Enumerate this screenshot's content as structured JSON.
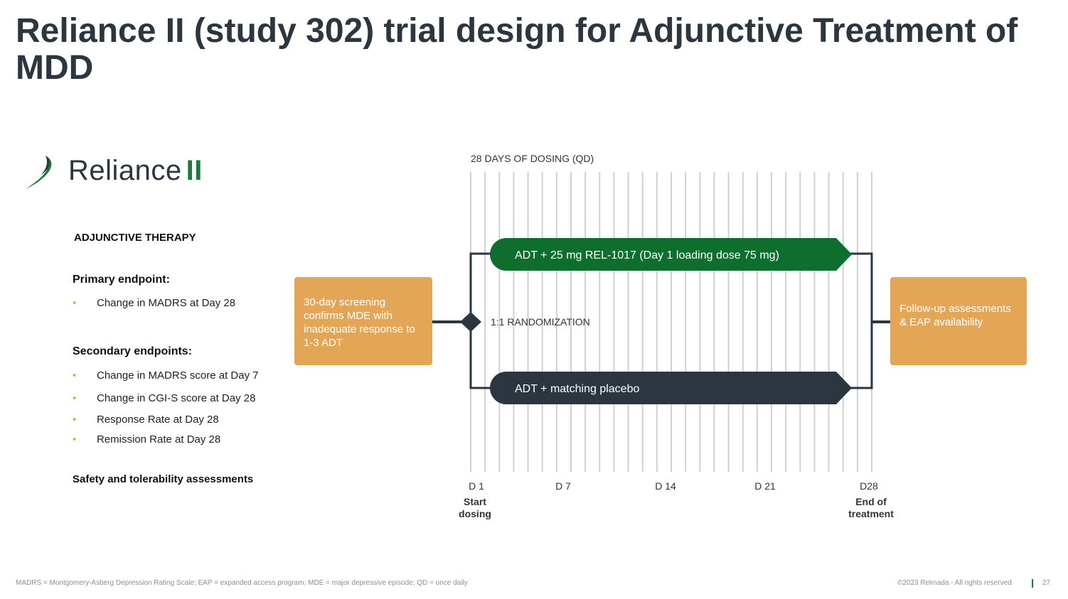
{
  "title": "Reliance II (study 302) trial design for Adjunctive Treatment of MDD",
  "logo": {
    "name": "Reliance",
    "numeral": "II"
  },
  "left": {
    "therapy_heading": "ADJUNCTIVE THERAPY",
    "primary_heading": "Primary endpoint:",
    "primary_items": [
      "Change in MADRS at Day 28"
    ],
    "secondary_heading": "Secondary endpoints:",
    "secondary_items": [
      "Change in MADRS score at Day 7",
      "Change in CGI-S score at Day 28",
      "Response Rate at Day 28",
      "Remission Rate at Day 28"
    ],
    "safety_heading": "Safety and tolerability assessments"
  },
  "diagram": {
    "dosing_label": "28 DAYS OF DOSING (QD)",
    "screening_text": "30-day screening confirms MDE with inadequate response to 1-3 ADT",
    "randomization": "1:1 RANDOMIZATION",
    "arm_active": "ADT + 25 mg REL-1017 (Day 1 loading dose 75 mg)",
    "arm_placebo": "ADT + matching placebo",
    "followup_text": "Follow-up assessments & EAP availability",
    "day_labels": [
      "D 1",
      "D 7",
      "D 14",
      "D 21",
      "D28"
    ],
    "start_label": [
      "Start",
      "dosing"
    ],
    "end_label": [
      "End of",
      "treatment"
    ],
    "colors": {
      "green": "#0e6e2e",
      "dark": "#2b3640",
      "orange": "#e3a657",
      "grid": "#d0d0d0"
    }
  },
  "footer": {
    "abbreviations": "MADRS = Montgomery-Asberg Depression Rating Scale; EAP = expanded access program; MDE = major depressive episode; QD = once daily",
    "copyright": "©2023 Relmada - All rights reserved",
    "page": "27"
  }
}
